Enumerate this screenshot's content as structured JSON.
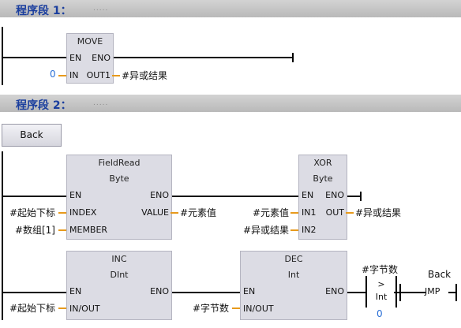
{
  "network1": {
    "title": "程序段 1：",
    "comment": ".....",
    "move": {
      "name": "MOVE",
      "en": "EN",
      "eno": "ENO",
      "in": "IN",
      "out1": "OUT1"
    },
    "in_value": "0",
    "out_value": "#异或结果"
  },
  "network2": {
    "title": "程序段 2：",
    "comment": ".....",
    "back_label": "Back",
    "fieldread": {
      "name": "FieldRead",
      "type": "Byte",
      "en": "EN",
      "eno": "ENO",
      "index": "INDEX",
      "value": "VALUE",
      "member": "MEMBER",
      "index_var": "#起始下标",
      "member_var": "#数组[1]",
      "value_var": "#元素值"
    },
    "xor": {
      "name": "XOR",
      "type": "Byte",
      "en": "EN",
      "eno": "ENO",
      "in1": "IN1",
      "out": "OUT",
      "in2": "IN2",
      "in1_var": "#元素值",
      "in2_var": "#异或结果",
      "out_var": "#异或结果"
    },
    "inc": {
      "name": "INC",
      "type": "DInt",
      "en": "EN",
      "eno": "ENO",
      "inout": "IN/OUT",
      "var": "#起始下标"
    },
    "dec": {
      "name": "DEC",
      "type": "Int",
      "en": "EN",
      "eno": "ENO",
      "inout": "IN/OUT",
      "var": "#字节数"
    },
    "compare": {
      "var": "#字节数",
      "op": ">",
      "type": "Int",
      "value": "0"
    },
    "jump": {
      "label": "Back",
      "instruction": "JMP"
    }
  }
}
